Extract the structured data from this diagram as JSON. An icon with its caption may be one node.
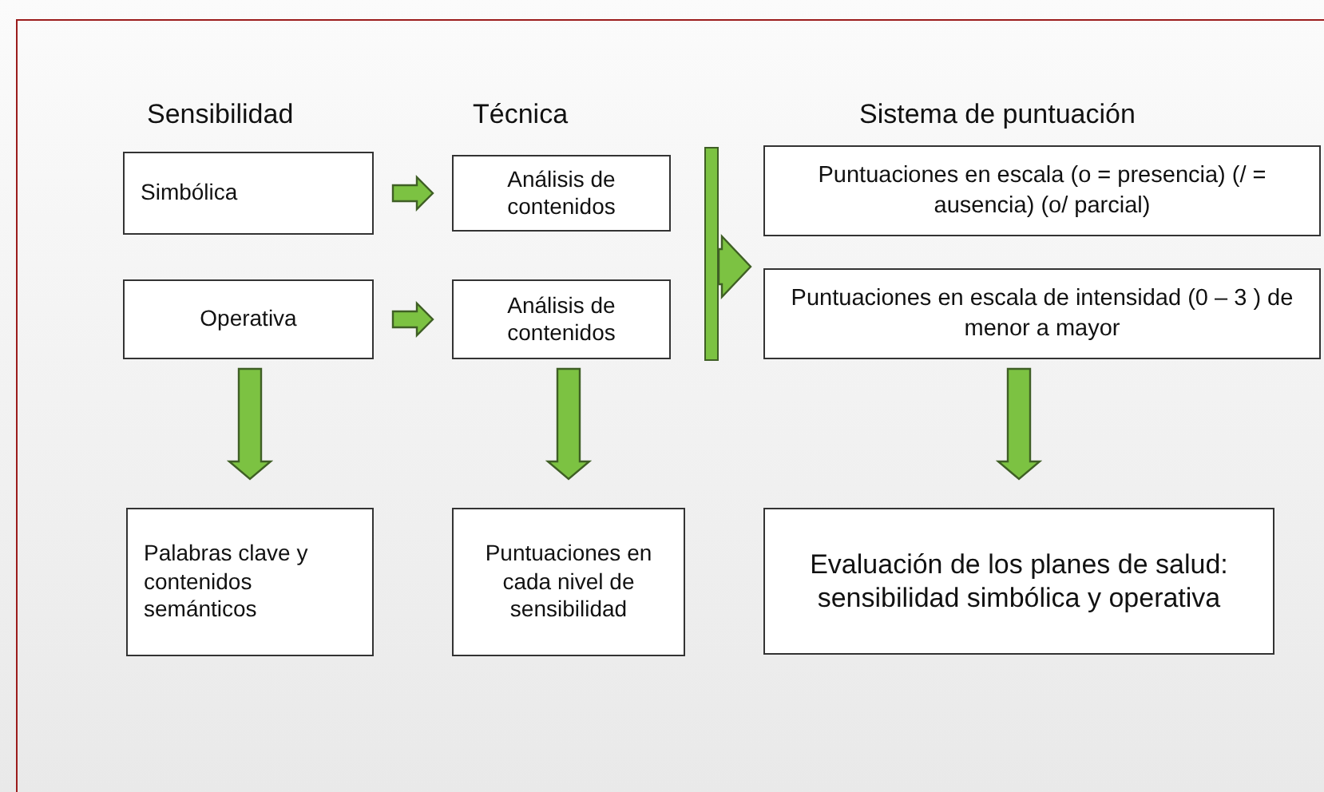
{
  "diagram": {
    "nodes": [
      {
        "text": [
          "Simbólica"
        ]
      },
      {
        "text": [
          "Operativa"
        ]
      },
      {
        "text": [
          "Análisis de contenidos"
        ]
      },
      {
        "text": [
          "Análisis de contenidos"
        ]
      },
      {
        "text": [],
        "shape": "bar"
      },
      {
        "text": [
          "Puntuaciones en escala (o = presencia) (/ = ausencia) (o/ parcial)"
        ]
      },
      {
        "text": [
          "Puntuaciones en escala de intensidad (0 – 3 ) de menor a mayor"
        ]
      },
      {
        "text": [
          "Palabras clave y contenidos semánticos"
        ]
      },
      {
        "text": [
          "Puntuaciones en cada nivel de sensibilidad"
        ]
      },
      {
        "text": [
          "Evaluación de los planes de salud: sensibilidad simbólica y operativa"
        ]
      }
    ],
    "edges": [
      {
        "from": 0,
        "to": 2,
        "arrow": "to"
      },
      {
        "from": 1,
        "to": 3,
        "arrow": "to"
      },
      {
        "from": 1,
        "to": 7,
        "arrow": "to"
      },
      {
        "from": 3,
        "to": 8,
        "arrow": "to"
      },
      {
        "from": 6,
        "to": 9,
        "arrow": "to"
      },
      {
        "from": 4,
        "to": 5,
        "arrow": "to"
      },
      {
        "from": 4,
        "to": 6,
        "arrow": "to"
      }
    ],
    "labels": [
      "Sensibilidad",
      "Técnica",
      "Sistema de puntuación"
    ]
  }
}
